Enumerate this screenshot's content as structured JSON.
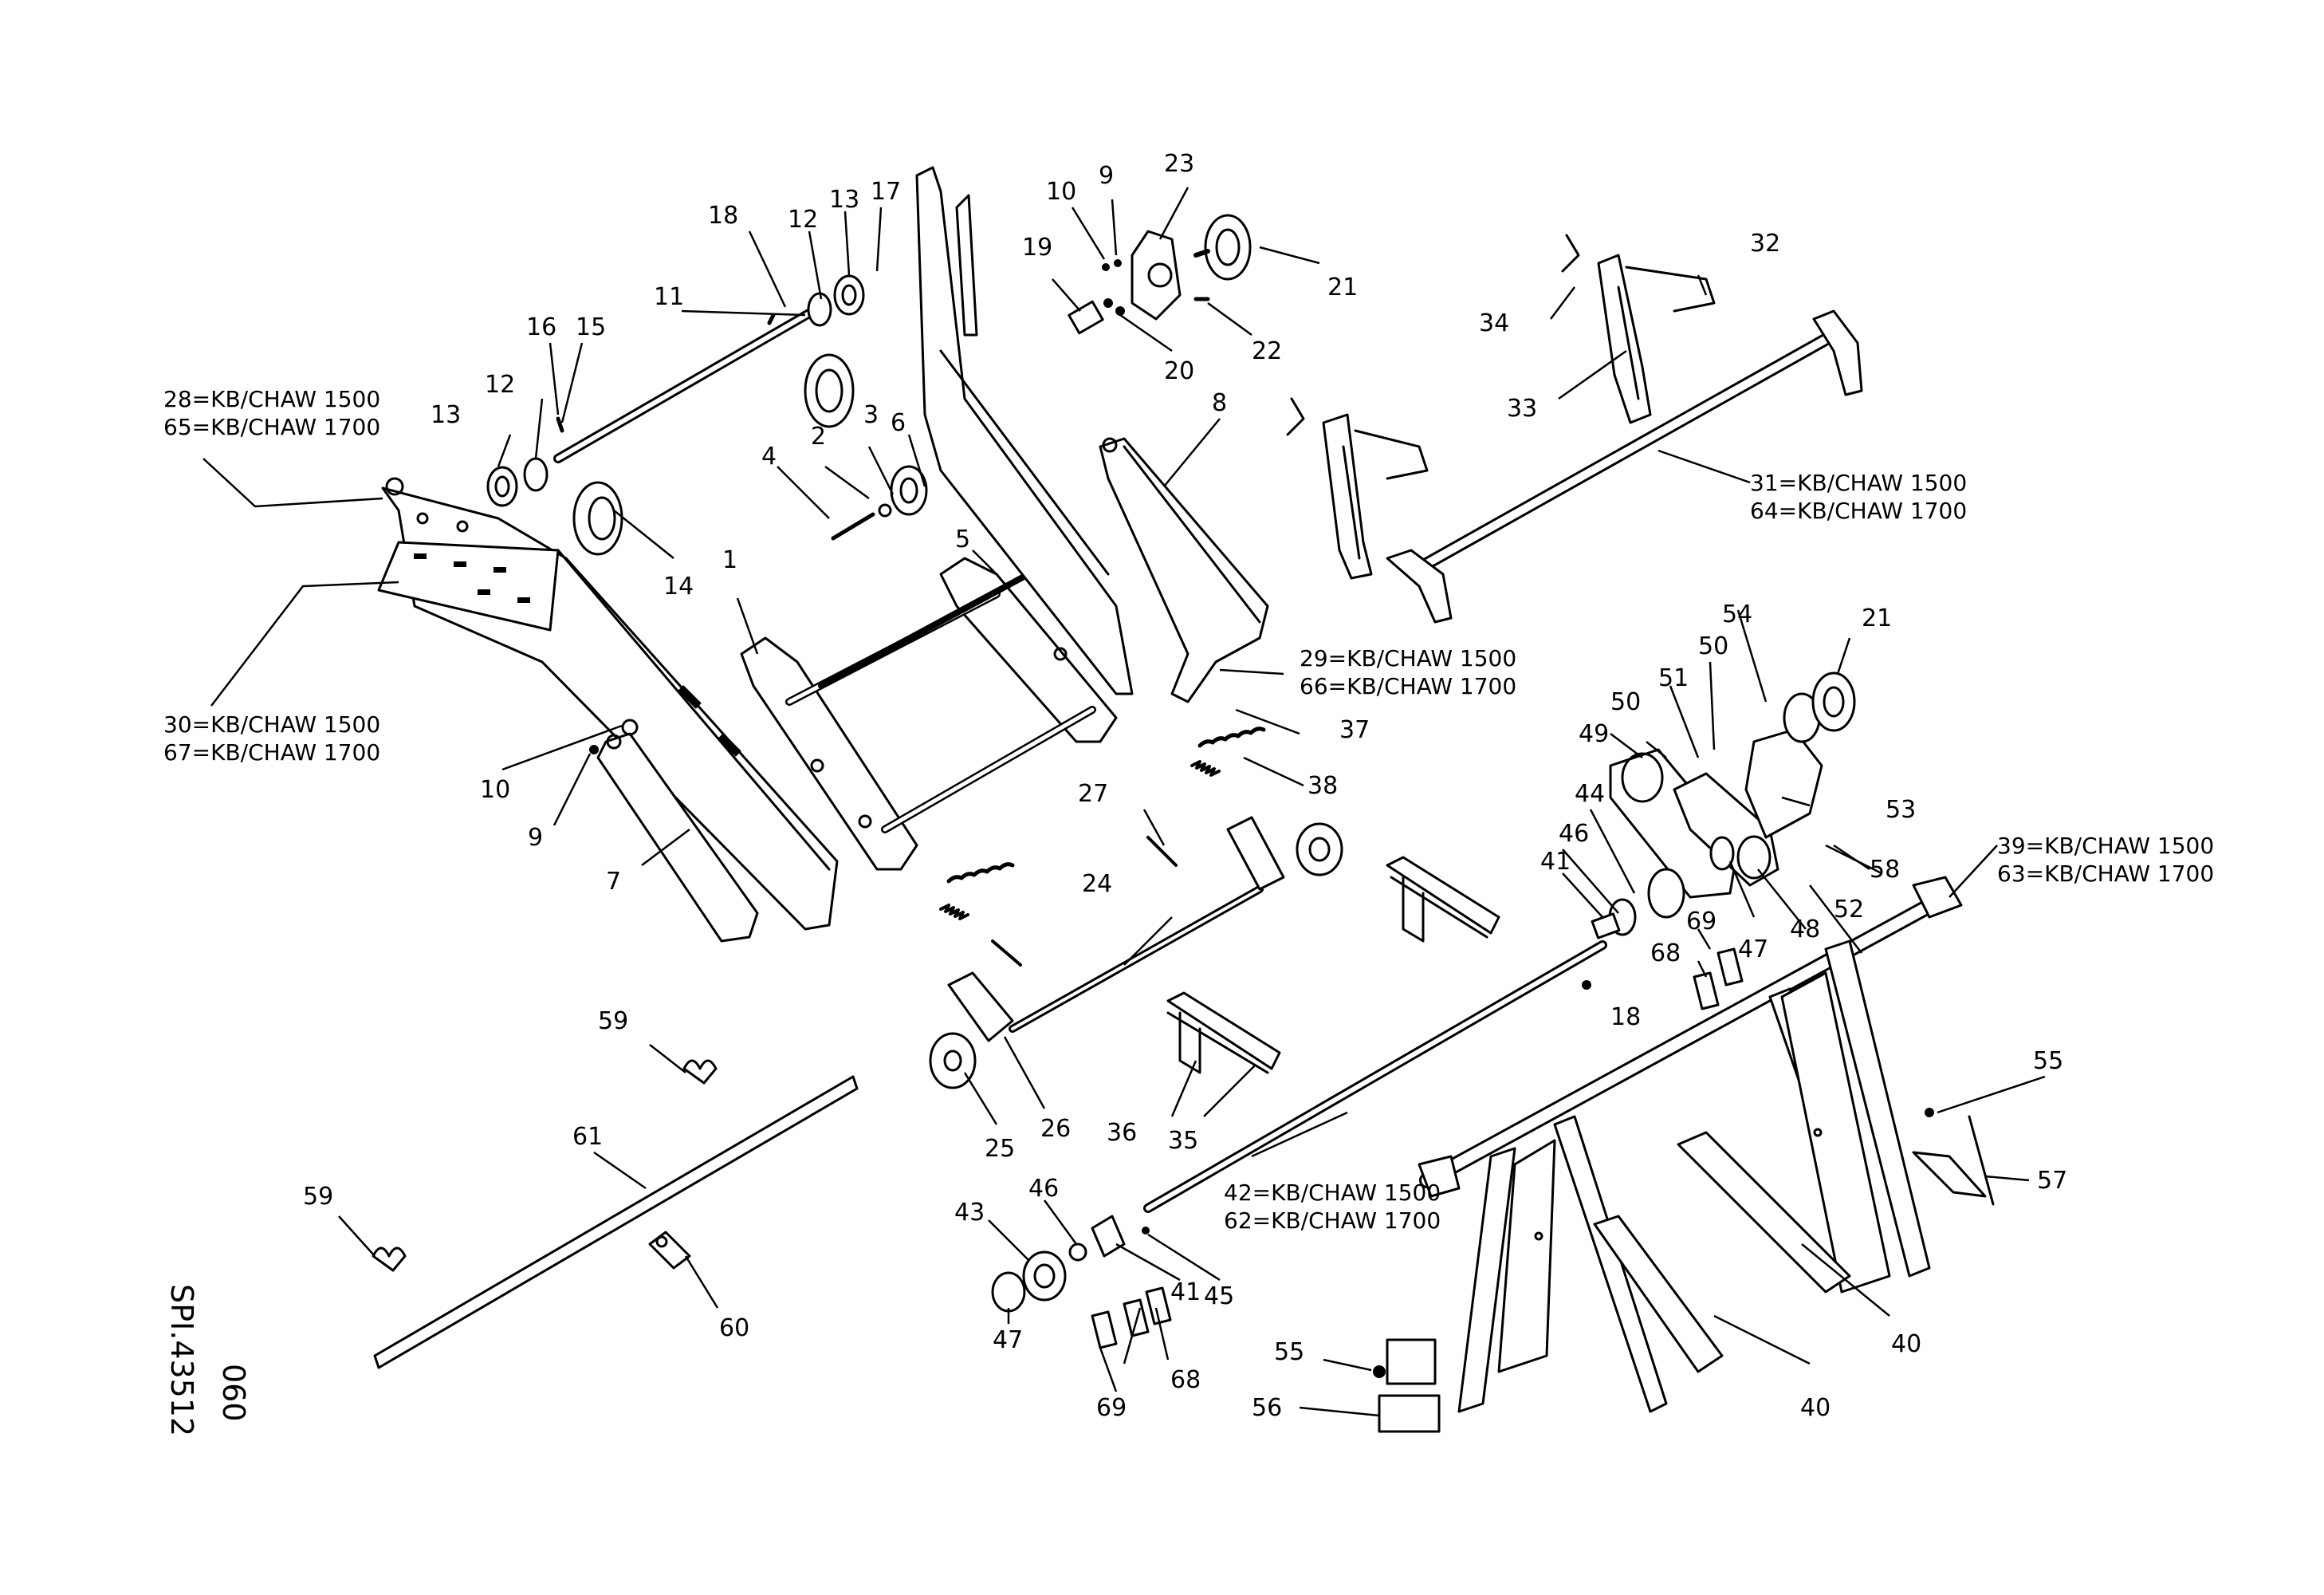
{
  "drawing": {
    "reference": "SPI.43512",
    "sheet": "060"
  },
  "callouts": [
    {
      "id": "c1",
      "text": "1"
    },
    {
      "id": "c2",
      "text": "2"
    },
    {
      "id": "c3",
      "text": "3"
    },
    {
      "id": "c4",
      "text": "4"
    },
    {
      "id": "c5",
      "text": "5"
    },
    {
      "id": "c6",
      "text": "6"
    },
    {
      "id": "c7",
      "text": "7"
    },
    {
      "id": "c8",
      "text": "8"
    },
    {
      "id": "c9a",
      "text": "9"
    },
    {
      "id": "c9b",
      "text": "9"
    },
    {
      "id": "c10a",
      "text": "10"
    },
    {
      "id": "c10b",
      "text": "10"
    },
    {
      "id": "c11",
      "text": "11"
    },
    {
      "id": "c12a",
      "text": "12"
    },
    {
      "id": "c12b",
      "text": "12"
    },
    {
      "id": "c13a",
      "text": "13"
    },
    {
      "id": "c13b",
      "text": "13"
    },
    {
      "id": "c14",
      "text": "14"
    },
    {
      "id": "c15",
      "text": "15"
    },
    {
      "id": "c16",
      "text": "16"
    },
    {
      "id": "c17",
      "text": "17"
    },
    {
      "id": "c18a",
      "text": "18"
    },
    {
      "id": "c18b",
      "text": "18"
    },
    {
      "id": "c19",
      "text": "19"
    },
    {
      "id": "c20",
      "text": "20"
    },
    {
      "id": "c21a",
      "text": "21"
    },
    {
      "id": "c21b",
      "text": "21"
    },
    {
      "id": "c22",
      "text": "22"
    },
    {
      "id": "c23",
      "text": "23"
    },
    {
      "id": "c24",
      "text": "24"
    },
    {
      "id": "c25",
      "text": "25"
    },
    {
      "id": "c26",
      "text": "26"
    },
    {
      "id": "c27",
      "text": "27"
    },
    {
      "id": "c32",
      "text": "32"
    },
    {
      "id": "c33",
      "text": "33"
    },
    {
      "id": "c34",
      "text": "34"
    },
    {
      "id": "c35",
      "text": "35"
    },
    {
      "id": "c36",
      "text": "36"
    },
    {
      "id": "c37",
      "text": "37"
    },
    {
      "id": "c38",
      "text": "38"
    },
    {
      "id": "c40a",
      "text": "40"
    },
    {
      "id": "c40b",
      "text": "40"
    },
    {
      "id": "c41a",
      "text": "41"
    },
    {
      "id": "c41b",
      "text": "41"
    },
    {
      "id": "c43",
      "text": "43"
    },
    {
      "id": "c44",
      "text": "44"
    },
    {
      "id": "c45",
      "text": "45"
    },
    {
      "id": "c46a",
      "text": "46"
    },
    {
      "id": "c46b",
      "text": "46"
    },
    {
      "id": "c47a",
      "text": "47"
    },
    {
      "id": "c47b",
      "text": "47"
    },
    {
      "id": "c48",
      "text": "48"
    },
    {
      "id": "c49",
      "text": "49"
    },
    {
      "id": "c50a",
      "text": "50"
    },
    {
      "id": "c50b",
      "text": "50"
    },
    {
      "id": "c51",
      "text": "51"
    },
    {
      "id": "c52",
      "text": "52"
    },
    {
      "id": "c53",
      "text": "53"
    },
    {
      "id": "c54",
      "text": "54"
    },
    {
      "id": "c55a",
      "text": "55"
    },
    {
      "id": "c55b",
      "text": "55"
    },
    {
      "id": "c56",
      "text": "56"
    },
    {
      "id": "c57",
      "text": "57"
    },
    {
      "id": "c58",
      "text": "58"
    },
    {
      "id": "c59a",
      "text": "59"
    },
    {
      "id": "c59b",
      "text": "59"
    },
    {
      "id": "c60",
      "text": "60"
    },
    {
      "id": "c61",
      "text": "61"
    },
    {
      "id": "c68a",
      "text": "68"
    },
    {
      "id": "c68b",
      "text": "68"
    },
    {
      "id": "c69a",
      "text": "69"
    },
    {
      "id": "c69b",
      "text": "69"
    }
  ],
  "variant_callouts": [
    {
      "id": "v28",
      "line1": "28=KB/CHAW 1500",
      "line2": "65=KB/CHAW 1700"
    },
    {
      "id": "v30",
      "line1": "30=KB/CHAW 1500",
      "line2": "67=KB/CHAW 1700"
    },
    {
      "id": "v29",
      "line1": "29=KB/CHAW 1500",
      "line2": "66=KB/CHAW 1700"
    },
    {
      "id": "v31",
      "line1": "31=KB/CHAW 1500",
      "line2": "64=KB/CHAW 1700"
    },
    {
      "id": "v39",
      "line1": "39=KB/CHAW 1500",
      "line2": "63=KB/CHAW 1700"
    },
    {
      "id": "v42",
      "line1": "42=KB/CHAW 1500",
      "line2": "62=KB/CHAW 1700"
    }
  ]
}
